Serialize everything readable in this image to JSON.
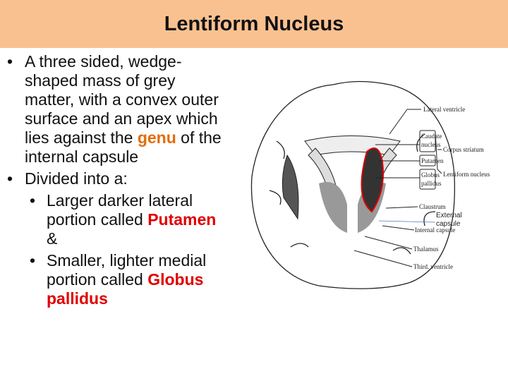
{
  "slide": {
    "title": "Lentiform Nucleus",
    "bullets": {
      "b1_text": "A three sided, wedge-shaped mass of grey matter, with a convex outer surface and an apex which lies against the ",
      "b1_highlight": "genu",
      "b1_tail": " of the internal capsule",
      "b2_text": "Divided into a:",
      "sub1_text": "Larger darker lateral portion called ",
      "sub1_highlight": "Putamen",
      "sub1_tail": " &",
      "sub2_text": "Smaller, lighter medial portion called ",
      "sub2_highlight": "Globus pallidus"
    },
    "figure": {
      "labels": {
        "lateral_ventricle": "Lateral ventricle",
        "caudate1": "Caudate",
        "caudate2": "nucleus",
        "corpus_striatum": "Corpus striatum",
        "putamen": "Putamen",
        "lentiform": "Lentiform nucleus",
        "globus1": "Globus",
        "globus2": "pallidus",
        "claustrum": "Claustrum",
        "external1": "External",
        "external2": "capsule",
        "internal_capsule": "Internal capsule",
        "thalamus": "Thalamus",
        "third_ventricle": "Third. ventricle"
      }
    },
    "colors": {
      "header": "#fac190",
      "highlight_orange": "#e36c0a",
      "highlight_red": "#e00000"
    }
  }
}
